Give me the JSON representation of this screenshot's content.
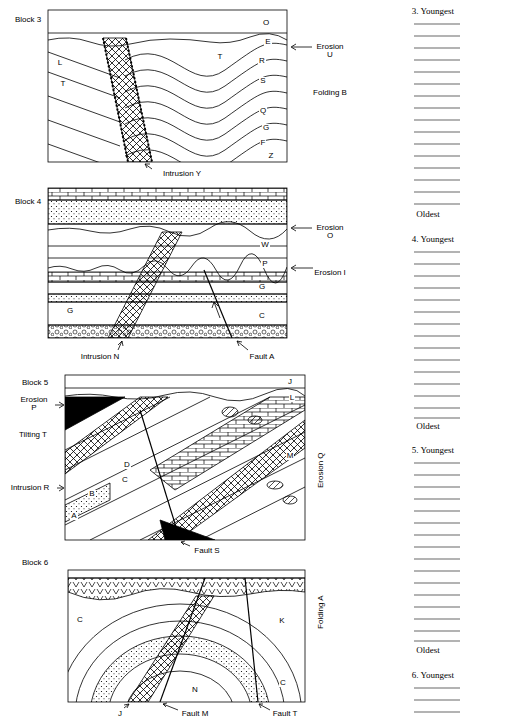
{
  "diagram": {
    "labels": [
      "Block 3",
      "O",
      "E",
      "Erosion U",
      "T",
      "R",
      "S",
      "Folding B",
      "Q",
      "G",
      "F",
      "Z",
      "L",
      "T",
      "Intrusion Y",
      "3. Youngest",
      "Oldest",
      "Block 4",
      "Erosion O",
      "W",
      "P",
      "Erosion I",
      "G",
      "G",
      "C",
      "Intrusion N",
      "Fault A",
      "4. Youngest",
      "Oldest",
      "Block 5",
      "Erosion P",
      "J",
      "L",
      "Tilting T",
      "Intrusion R",
      "D",
      "C",
      "B",
      "A",
      "M",
      "Erosion Q",
      "Fault S",
      "5. Youngest",
      "Oldest",
      "Block 6",
      "C",
      "K",
      "C",
      "N",
      "Folding A",
      "J",
      "Fault M",
      "Fault T",
      "6. Youngest"
    ]
  }
}
